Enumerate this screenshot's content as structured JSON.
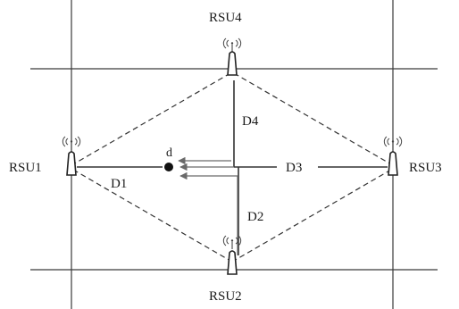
{
  "diagram": {
    "rsus": [
      {
        "id": "rsu1",
        "label": "RSU1"
      },
      {
        "id": "rsu2",
        "label": "RSU2"
      },
      {
        "id": "rsu3",
        "label": "RSU3"
      },
      {
        "id": "rsu4",
        "label": "RSU4"
      }
    ],
    "distances": [
      {
        "id": "d1",
        "label": "D1"
      },
      {
        "id": "d2",
        "label": "D2"
      },
      {
        "id": "d3",
        "label": "D3"
      },
      {
        "id": "d4",
        "label": "D4"
      }
    ],
    "vehicle": {
      "label": "d"
    }
  }
}
